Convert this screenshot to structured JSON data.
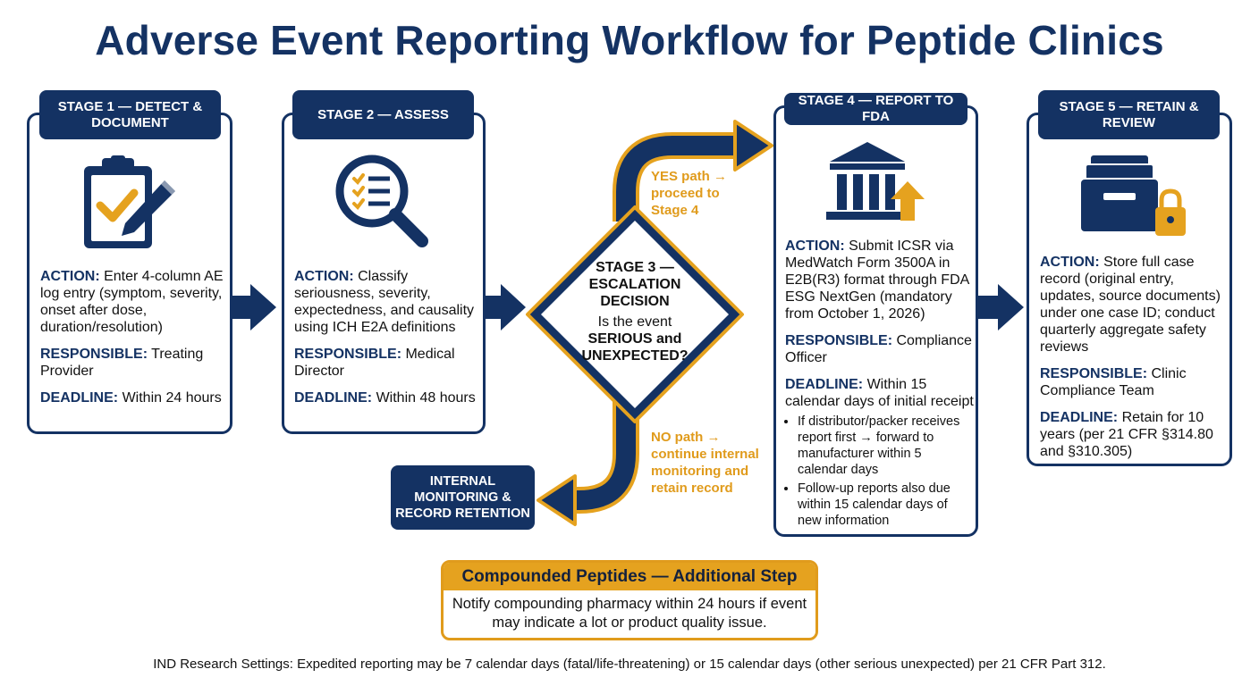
{
  "title": "Adverse Event Reporting Workflow for Peptide Clinics",
  "stages": [
    {
      "header": "STAGE 1 — DETECT & DOCUMENT",
      "icon": "clipboard-check-icon",
      "action_label": "ACTION:",
      "action": "Enter 4-column AE log entry (symptom, severity, onset after dose, duration/resolution)",
      "responsible_label": "RESPONSIBLE:",
      "responsible": "Treating Provider",
      "deadline_label": "DEADLINE:",
      "deadline": "Within 24 hours"
    },
    {
      "header": "STAGE 2 — ASSESS",
      "icon": "magnifier-checklist-icon",
      "action_label": "ACTION:",
      "action": "Classify seriousness, severity, expectedness, and causality using ICH E2A definitions",
      "responsible_label": "RESPONSIBLE:",
      "responsible": "Medical Director",
      "deadline_label": "DEADLINE:",
      "deadline": "Within 48 hours"
    },
    {
      "header": "STAGE 4 — REPORT TO FDA",
      "icon": "government-building-upload-icon",
      "action_label": "ACTION:",
      "action": "Submit ICSR via MedWatch Form 3500A in E2B(R3) format through FDA ESG NextGen (mandatory from October 1, 2026)",
      "responsible_label": "RESPONSIBLE:",
      "responsible": "Compliance Officer",
      "deadline_label": "DEADLINE:",
      "deadline": "Within 15 calendar days of initial receipt",
      "bullets": [
        "If distributor/packer receives report first → forward to manufacturer within 5 calendar days",
        "Follow-up reports also due within 15 calendar days of new information"
      ]
    },
    {
      "header": "STAGE 5 — RETAIN & REVIEW",
      "icon": "file-drawer-lock-icon",
      "action_label": "ACTION:",
      "action": "Store full case record (original entry, updates, source documents) under one case ID; conduct quarterly aggregate safety reviews",
      "responsible_label": "RESPONSIBLE:",
      "responsible": "Clinic Compliance Team",
      "deadline_label": "DEADLINE:",
      "deadline": "Retain for 10 years (per 21 CFR §314.80 and §310.305)"
    }
  ],
  "decision": {
    "header": "STAGE 3 — ESCALATION DECISION",
    "question_pre": "Is the event",
    "question_bold": "SERIOUS and UNEXPECTED?",
    "yes_text": "YES path → proceed to Stage 4",
    "no_text": "NO path → continue internal monitoring and retain record"
  },
  "internal_box": "INTERNAL MONITORING & RECORD RETENTION",
  "compounded": {
    "header": "Compounded Peptides — Additional Step",
    "body": "Notify compounding pharmacy within 24 hours if event may indicate a lot or product quality issue."
  },
  "footer": "IND Research Settings: Expedited reporting may be 7 calendar days (fatal/life-threatening) or 15 calendar days (other serious unexpected) per 21 CFR Part 312.",
  "colors": {
    "navy": "#143263",
    "gold": "#e5a21f"
  }
}
